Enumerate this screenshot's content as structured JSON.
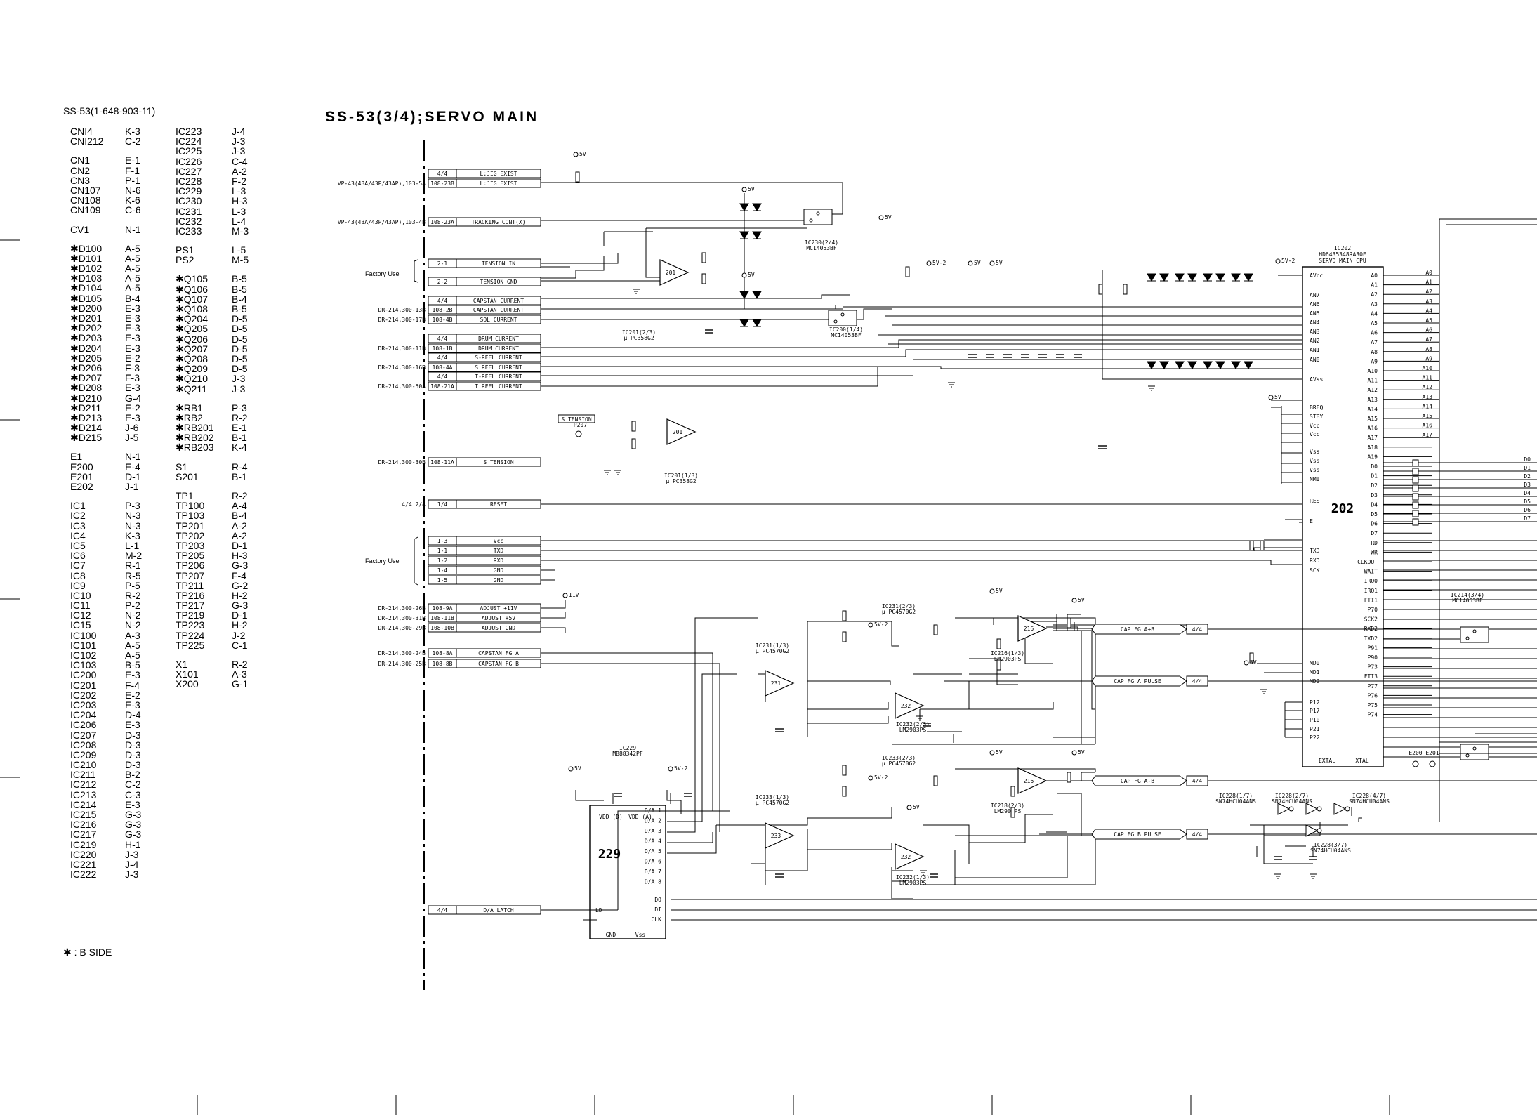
{
  "reference": {
    "title": "SS-53(1-648-903-11)",
    "col1": [
      [
        "CNI4",
        "K-3"
      ],
      [
        "CNI212",
        "C-2"
      ],
      null,
      [
        "CN1",
        "E-1"
      ],
      [
        "CN2",
        "F-1"
      ],
      [
        "CN3",
        "P-1"
      ],
      [
        "CN107",
        "N-6"
      ],
      [
        "CN108",
        "K-6"
      ],
      [
        "CN109",
        "C-6"
      ],
      null,
      [
        "CV1",
        "N-1"
      ],
      null,
      [
        "✱D100",
        "A-5"
      ],
      [
        "✱D101",
        "A-5"
      ],
      [
        "✱D102",
        "A-5"
      ],
      [
        "✱D103",
        "A-5"
      ],
      [
        "✱D104",
        "A-5"
      ],
      [
        "✱D105",
        "B-4"
      ],
      [
        "✱D200",
        "E-3"
      ],
      [
        "✱D201",
        "E-3"
      ],
      [
        "✱D202",
        "E-3"
      ],
      [
        "✱D203",
        "E-3"
      ],
      [
        "✱D204",
        "E-3"
      ],
      [
        "✱D205",
        "E-2"
      ],
      [
        "✱D206",
        "F-3"
      ],
      [
        "✱D207",
        "F-3"
      ],
      [
        "✱D208",
        "E-3"
      ],
      [
        "✱D210",
        "G-4"
      ],
      [
        "✱D211",
        "E-2"
      ],
      [
        "✱D213",
        "E-3"
      ],
      [
        "✱D214",
        "J-6"
      ],
      [
        "✱D215",
        "J-5"
      ],
      null,
      [
        "E1",
        "N-1"
      ],
      [
        "E200",
        "E-4"
      ],
      [
        "E201",
        "D-1"
      ],
      [
        "E202",
        "J-1"
      ],
      null,
      [
        "IC1",
        "P-3"
      ],
      [
        "IC2",
        "N-3"
      ],
      [
        "IC3",
        "N-3"
      ],
      [
        "IC4",
        "K-3"
      ],
      [
        "IC5",
        "L-1"
      ],
      [
        "IC6",
        "M-2"
      ],
      [
        "IC7",
        "R-1"
      ],
      [
        "IC8",
        "R-5"
      ],
      [
        "IC9",
        "P-5"
      ],
      [
        "IC10",
        "R-2"
      ],
      [
        "IC11",
        "P-2"
      ],
      [
        "IC12",
        "N-2"
      ],
      [
        "IC15",
        "N-2"
      ],
      [
        "IC100",
        "A-3"
      ],
      [
        "IC101",
        "A-5"
      ],
      [
        "IC102",
        "A-5"
      ],
      [
        "IC103",
        "B-5"
      ],
      [
        "IC200",
        "E-3"
      ],
      [
        "IC201",
        "F-4"
      ],
      [
        "IC202",
        "E-2"
      ],
      [
        "IC203",
        "E-3"
      ],
      [
        "IC204",
        "D-4"
      ],
      [
        "IC206",
        "E-3"
      ],
      [
        "IC207",
        "D-3"
      ],
      [
        "IC208",
        "D-3"
      ],
      [
        "IC209",
        "D-3"
      ],
      [
        "IC210",
        "D-3"
      ],
      [
        "IC211",
        "B-2"
      ],
      [
        "IC212",
        "C-2"
      ],
      [
        "IC213",
        "C-3"
      ],
      [
        "IC214",
        "E-3"
      ],
      [
        "IC215",
        "G-3"
      ],
      [
        "IC216",
        "G-3"
      ],
      [
        "IC217",
        "G-3"
      ],
      [
        "IC219",
        "H-1"
      ],
      [
        "IC220",
        "J-3"
      ],
      [
        "IC221",
        "J-4"
      ],
      [
        "IC222",
        "J-3"
      ]
    ],
    "col2": [
      [
        "IC223",
        "J-4"
      ],
      [
        "IC224",
        "J-3"
      ],
      [
        "IC225",
        "J-3"
      ],
      [
        "IC226",
        "C-4"
      ],
      [
        "IC227",
        "A-2"
      ],
      [
        "IC228",
        "F-2"
      ],
      [
        "IC229",
        "L-3"
      ],
      [
        "IC230",
        "H-3"
      ],
      [
        "IC231",
        "L-3"
      ],
      [
        "IC232",
        "L-4"
      ],
      [
        "IC233",
        "M-3"
      ],
      null,
      [
        "PS1",
        "L-5"
      ],
      [
        "PS2",
        "M-5"
      ],
      null,
      [
        "✱Q105",
        "B-5"
      ],
      [
        "✱Q106",
        "B-5"
      ],
      [
        "✱Q107",
        "B-4"
      ],
      [
        "✱Q108",
        "B-5"
      ],
      [
        "✱Q204",
        "D-5"
      ],
      [
        "✱Q205",
        "D-5"
      ],
      [
        "✱Q206",
        "D-5"
      ],
      [
        "✱Q207",
        "D-5"
      ],
      [
        "✱Q208",
        "D-5"
      ],
      [
        "✱Q209",
        "D-5"
      ],
      [
        "✱Q210",
        "J-3"
      ],
      [
        "✱Q211",
        "J-3"
      ],
      null,
      [
        "✱RB1",
        "P-3"
      ],
      [
        "✱RB2",
        "R-2"
      ],
      [
        "✱RB201",
        "E-1"
      ],
      [
        "✱RB202",
        "B-1"
      ],
      [
        "✱RB203",
        "K-4"
      ],
      null,
      [
        "S1",
        "R-4"
      ],
      [
        "S201",
        "B-1"
      ],
      null,
      [
        "TP1",
        "R-2"
      ],
      [
        "TP100",
        "A-4"
      ],
      [
        "TP103",
        "B-4"
      ],
      [
        "TP201",
        "A-2"
      ],
      [
        "TP202",
        "A-2"
      ],
      [
        "TP203",
        "D-1"
      ],
      [
        "TP205",
        "H-3"
      ],
      [
        "TP206",
        "G-3"
      ],
      [
        "TP207",
        "F-4"
      ],
      [
        "TP211",
        "G-2"
      ],
      [
        "TP216",
        "H-2"
      ],
      [
        "TP217",
        "G-3"
      ],
      [
        "TP219",
        "D-1"
      ],
      [
        "TP223",
        "H-2"
      ],
      [
        "TP224",
        "J-2"
      ],
      [
        "TP225",
        "C-1"
      ],
      null,
      [
        "X1",
        "R-2"
      ],
      [
        "X101",
        "A-3"
      ],
      [
        "X200",
        "G-1"
      ]
    ],
    "footnote": "✱ : B SIDE"
  },
  "schematic": {
    "title": "SS-53(3/4);SERVO MAIN",
    "connectors": [
      {
        "tag": "4/4",
        "label": "L:JIG EXIST"
      },
      {
        "tag": "108-23B",
        "label": "L:JIG EXIST",
        "src": "VP-43(43A/43P/43AP),103-5A"
      },
      {
        "tag": "108-23A",
        "label": "TRACKING CONT(X)",
        "src": "VP-43(43A/43P/43AP),103-4B"
      },
      {
        "tag": "2-1",
        "label": "TENSION IN"
      },
      {
        "tag": "2-2",
        "label": "TENSION GND"
      },
      {
        "tag": "4/4",
        "label": "CAPSTAN CURRENT"
      },
      {
        "tag": "108-2B",
        "label": "CAPSTAN CURRENT",
        "src": "DR-214,300-13B"
      },
      {
        "tag": "108-4B",
        "label": "SOL CURRENT",
        "src": "DR-214,300-17B"
      },
      {
        "tag": "4/4",
        "label": "DRUM CURRENT"
      },
      {
        "tag": "108-1B",
        "label": "DRUM CURRENT",
        "src": "DR-214,300-11B"
      },
      {
        "tag": "4/4",
        "label": "S-REEL CURRENT"
      },
      {
        "tag": "108-4A",
        "label": "S REEL CURRENT",
        "src": "DR-214,300-16B"
      },
      {
        "tag": "4/4",
        "label": "T-REEL CURRENT"
      },
      {
        "tag": "108-21A",
        "label": "T REEL CURRENT",
        "src": "DR-214,300-50A"
      },
      {
        "tag": "108-11A",
        "label": "S TENSION",
        "src": "DR-214,300-30B"
      },
      {
        "tag": "1/4",
        "label": "RESET",
        "src": "4/4  2/4"
      },
      {
        "tag": "1-3",
        "label": "Vcc"
      },
      {
        "tag": "1-1",
        "label": "TXD"
      },
      {
        "tag": "1-2",
        "label": "RXD"
      },
      {
        "tag": "1-4",
        "label": "GND"
      },
      {
        "tag": "1-5",
        "label": "GND"
      },
      {
        "tag": "108-9A",
        "label": "ADJUST +11V",
        "src": "DR-214,300-26B"
      },
      {
        "tag": "108-11B",
        "label": "ADJUST +5V",
        "src": "DR-214,300-31B"
      },
      {
        "tag": "108-10B",
        "label": "ADJUST GND",
        "src": "DR-214,300-29B"
      },
      {
        "tag": "108-8A",
        "label": "CAPSTAN FG A",
        "src": "DR-214,300-24B"
      },
      {
        "tag": "108-8B",
        "label": "CAPSTAN FG B",
        "src": "DR-214,300-25B"
      },
      {
        "tag": "4/4",
        "label": "D/A LATCH"
      }
    ],
    "factory_use": "Factory Use",
    "outputs": [
      {
        "label": "CAP FG A+B",
        "tag": "4/4"
      },
      {
        "label": "CAP FG A PULSE",
        "tag": "4/4"
      },
      {
        "label": "CAP FG A-B",
        "tag": "4/4"
      },
      {
        "label": "CAP FG B PULSE",
        "tag": "4/4"
      }
    ],
    "cpu": {
      "name": "IC202",
      "part": "HD6435348RA30F",
      "desc": "SERVO MAIN CPU",
      "num": "202",
      "left_pins": [
        "AVcc",
        "AN7",
        "AN6",
        "AN5",
        "AN4",
        "AN3",
        "AN2",
        "AN1",
        "AN0",
        "AVss",
        "BREQ",
        "STBY",
        "Vcc",
        "Vcc",
        "Vss",
        "Vss",
        "Vss",
        "NMI",
        "RES",
        "E",
        "TXD",
        "RXD",
        "SCK",
        "MD0",
        "MD1",
        "MD2",
        "P12",
        "P17",
        "P10",
        "P21",
        "P22"
      ],
      "right_pins": [
        "A0",
        "A1",
        "A2",
        "A3",
        "A4",
        "A5",
        "A6",
        "A7",
        "A8",
        "A9",
        "A10",
        "A11",
        "A12",
        "A13",
        "A14",
        "A15",
        "A16",
        "A17",
        "A18",
        "A19",
        "D0",
        "D1",
        "D2",
        "D3",
        "D4",
        "D5",
        "D6",
        "D7",
        "RD",
        "WR",
        "CLKOUT",
        "WAIT",
        "IRQ0",
        "IRQ1",
        "FTI1",
        "P70",
        "SCK2",
        "RXD2",
        "TXD2",
        "P91",
        "P90",
        "P73",
        "FTI3",
        "P77",
        "P76",
        "P75",
        "P74"
      ],
      "bottom": [
        "EXTAL",
        "XTAL"
      ]
    },
    "ic229": {
      "name": "IC229",
      "part": "MB88342PF",
      "num": "229",
      "pins": [
        "VDD (D)",
        "VDD (A)",
        "D/A 1",
        "D/A 2",
        "D/A 3",
        "D/A 4",
        "D/A 5",
        "D/A 6",
        "D/A 7",
        "D/A 8",
        "LD",
        "DO",
        "DI",
        "CLK",
        "GND",
        "Vss"
      ]
    },
    "chips": [
      {
        "name": "IC230(2/4)",
        "part": "MC14053BF"
      },
      {
        "name": "IC200(1/4)",
        "part": "MC14053BF"
      },
      {
        "name": "IC201(2/3)",
        "part": "μ PC358G2"
      },
      {
        "name": "IC201(1/3)",
        "part": "μ PC358G2"
      },
      {
        "name": "IC231(1/3)",
        "part": "μ PC4570G2"
      },
      {
        "name": "IC231(2/3)",
        "part": "μ PC4570G2"
      },
      {
        "name": "IC232(2/3)",
        "part": "LM2903PS"
      },
      {
        "name": "IC216(1/3)",
        "part": "LM2903PS"
      },
      {
        "name": "IC233(1/3)",
        "part": "μ PC4570G2"
      },
      {
        "name": "IC233(2/3)",
        "part": "μ PC4570G2"
      },
      {
        "name": "IC232(1/3)",
        "part": "LM2903PS"
      },
      {
        "name": "IC218(2/3)",
        "part": "LM2903PS"
      },
      {
        "name": "IC214(3/4)",
        "part": "MC14053BF"
      },
      {
        "name": "IC228(1/7)",
        "part": "SN74HCU04ANS"
      },
      {
        "name": "IC228(2/7)",
        "part": "SN74HCU04ANS"
      },
      {
        "name": "IC228(4/7)",
        "part": "SN74HCU04ANS"
      },
      {
        "name": "IC228(3/7)",
        "part": "SN74HCU04ANS"
      }
    ],
    "amps": [
      "201",
      "201",
      "231",
      "232",
      "233",
      "232",
      "216",
      "216"
    ],
    "supplies": [
      "5V",
      "5V-2",
      "11V"
    ],
    "test_points": [
      "E200",
      "E201",
      "TP207",
      "S TENSION"
    ]
  },
  "colors": {
    "ink": "#000000",
    "paper": "#ffffff"
  }
}
